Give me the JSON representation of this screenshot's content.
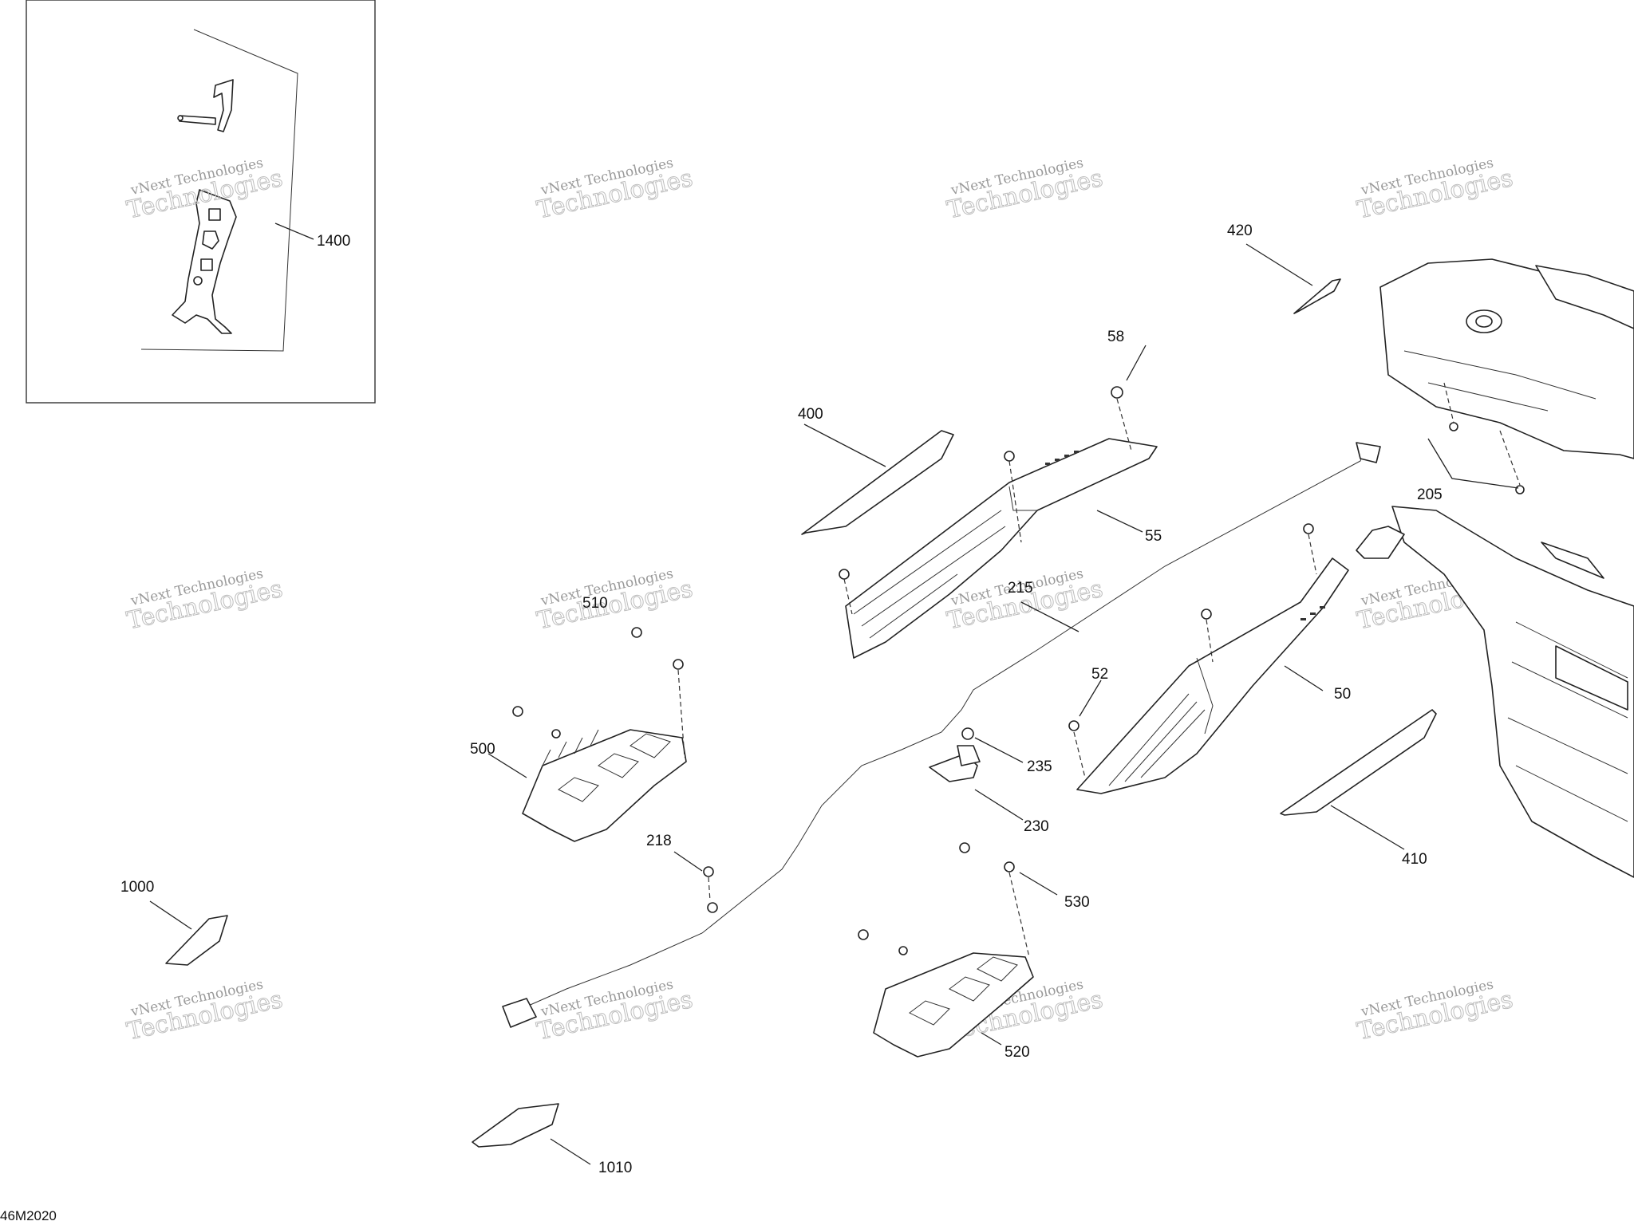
{
  "diagram": {
    "code": "46M2020",
    "watermark": {
      "line1": "vNext Technologies",
      "line2": "Technologies"
    },
    "callouts": [
      {
        "id": "1400",
        "text": "1400"
      },
      {
        "id": "420",
        "text": "420"
      },
      {
        "id": "58",
        "text": "58"
      },
      {
        "id": "400",
        "text": "400"
      },
      {
        "id": "55",
        "text": "55"
      },
      {
        "id": "205",
        "text": "205"
      },
      {
        "id": "215",
        "text": "215"
      },
      {
        "id": "510",
        "text": "510"
      },
      {
        "id": "52",
        "text": "52"
      },
      {
        "id": "50",
        "text": "50"
      },
      {
        "id": "500",
        "text": "500"
      },
      {
        "id": "235",
        "text": "235"
      },
      {
        "id": "230",
        "text": "230"
      },
      {
        "id": "218",
        "text": "218"
      },
      {
        "id": "410",
        "text": "410"
      },
      {
        "id": "530",
        "text": "530"
      },
      {
        "id": "1000",
        "text": "1000"
      },
      {
        "id": "520",
        "text": "520"
      },
      {
        "id": "1010",
        "text": "1010"
      }
    ]
  }
}
